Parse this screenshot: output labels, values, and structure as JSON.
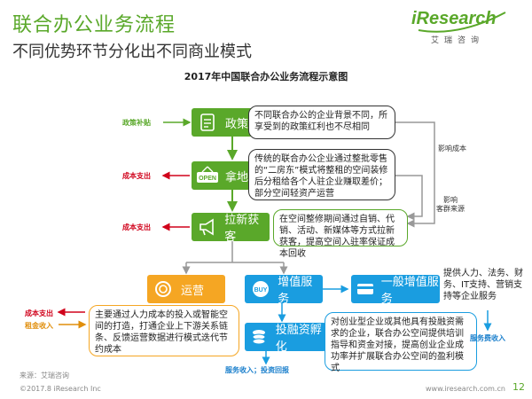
{
  "header": {
    "title": "联合办公业务流程",
    "subtitle": "不同优势环节分化出不同商业模式"
  },
  "logo": {
    "wordmark": "iResearch",
    "subtitle": "艾瑞咨询"
  },
  "diagram": {
    "title": "2017年中国联合办公业务流程示意图",
    "stages": {
      "policy": {
        "label": "政策",
        "icon": "document-icon"
      },
      "land": {
        "label": "拿地",
        "icon": "open-sign-icon"
      },
      "acquire": {
        "label": "拉新获客",
        "icon": "megaphone-icon"
      },
      "operate": {
        "label": "运营",
        "icon": "ring-icon"
      },
      "value_service": {
        "label": "增值服务",
        "icon": "buy-tag-icon"
      },
      "general_service": {
        "label": "一般增值服务",
        "icon": "card-icon"
      },
      "incubation": {
        "label": "投融资孵化",
        "icon": "coins-icon"
      }
    },
    "notes": {
      "policy": "不同联合办公的企业背景不同，所享受到的政策红利也不尽相同",
      "land": "传统的联合办公企业通过整批零售的“二房东”模式将整租的空间装修后分租给各个人驻企业赚取差价；部分空间轻资产运营",
      "acquire": "在空间整修期间通过自销、代销、活动、新媒体等方式拉新获客，提高空间入驻率保证成本回收",
      "operate": "主要通过人力成本的投入或智能空间的打造，打通企业上下游关系链条、反馈运营数据进行模式迭代节约成本",
      "general_service": "提供人力、法务、财务、IT支持、营销支持等企业服务",
      "incubation": "对创业型企业或其他具有投融资需求的企业，联合办公空间提供培训指导和资金对接，提高创业企业成功率并扩展联合办公空间的盈利模式"
    },
    "side_labels": {
      "policy_subsidy": "政策补贴",
      "cost_expense_1": "成本支出",
      "cost_expense_2": "成本支出",
      "cost_expense_3": "成本支出",
      "rent_income": "租金收入",
      "service_fee_income": "服务费收入",
      "service_and_invest_return": "服务收入；投资回报",
      "impact_cost": "影响成本",
      "impact_client_1": "影响",
      "impact_client_2": "客群来源"
    },
    "colors": {
      "green": "#5aa82a",
      "blue": "#1a9de0",
      "orange": "#f5a623",
      "red": "#d0021b"
    }
  },
  "footer": {
    "source": "来源：艾瑞咨询",
    "copyright": "©2017.8 iResearch Inc",
    "site": "www.iresearch.com.cn",
    "page": "12"
  }
}
